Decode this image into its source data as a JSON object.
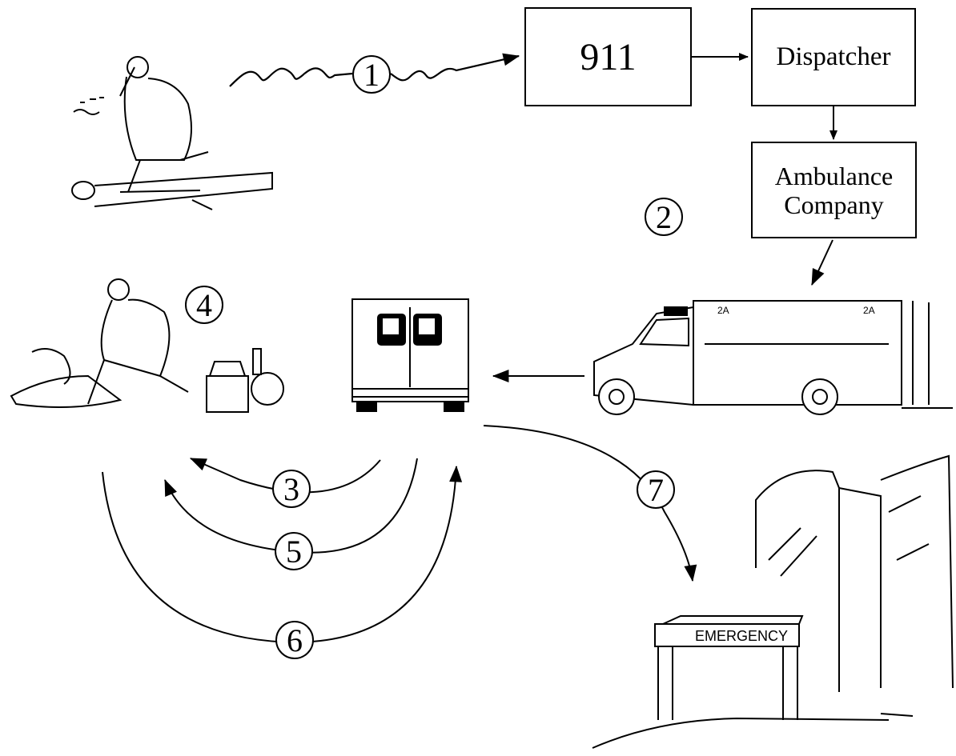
{
  "boxes": {
    "call_center": "911",
    "dispatcher": "Dispatcher",
    "ambulance_company": "Ambulance\nCompany"
  },
  "steps": [
    "1",
    "2",
    "3",
    "4",
    "5",
    "6",
    "7"
  ],
  "hospital_sign": "EMERGENCY",
  "ambulance_markings": [
    "2A",
    "2A"
  ]
}
